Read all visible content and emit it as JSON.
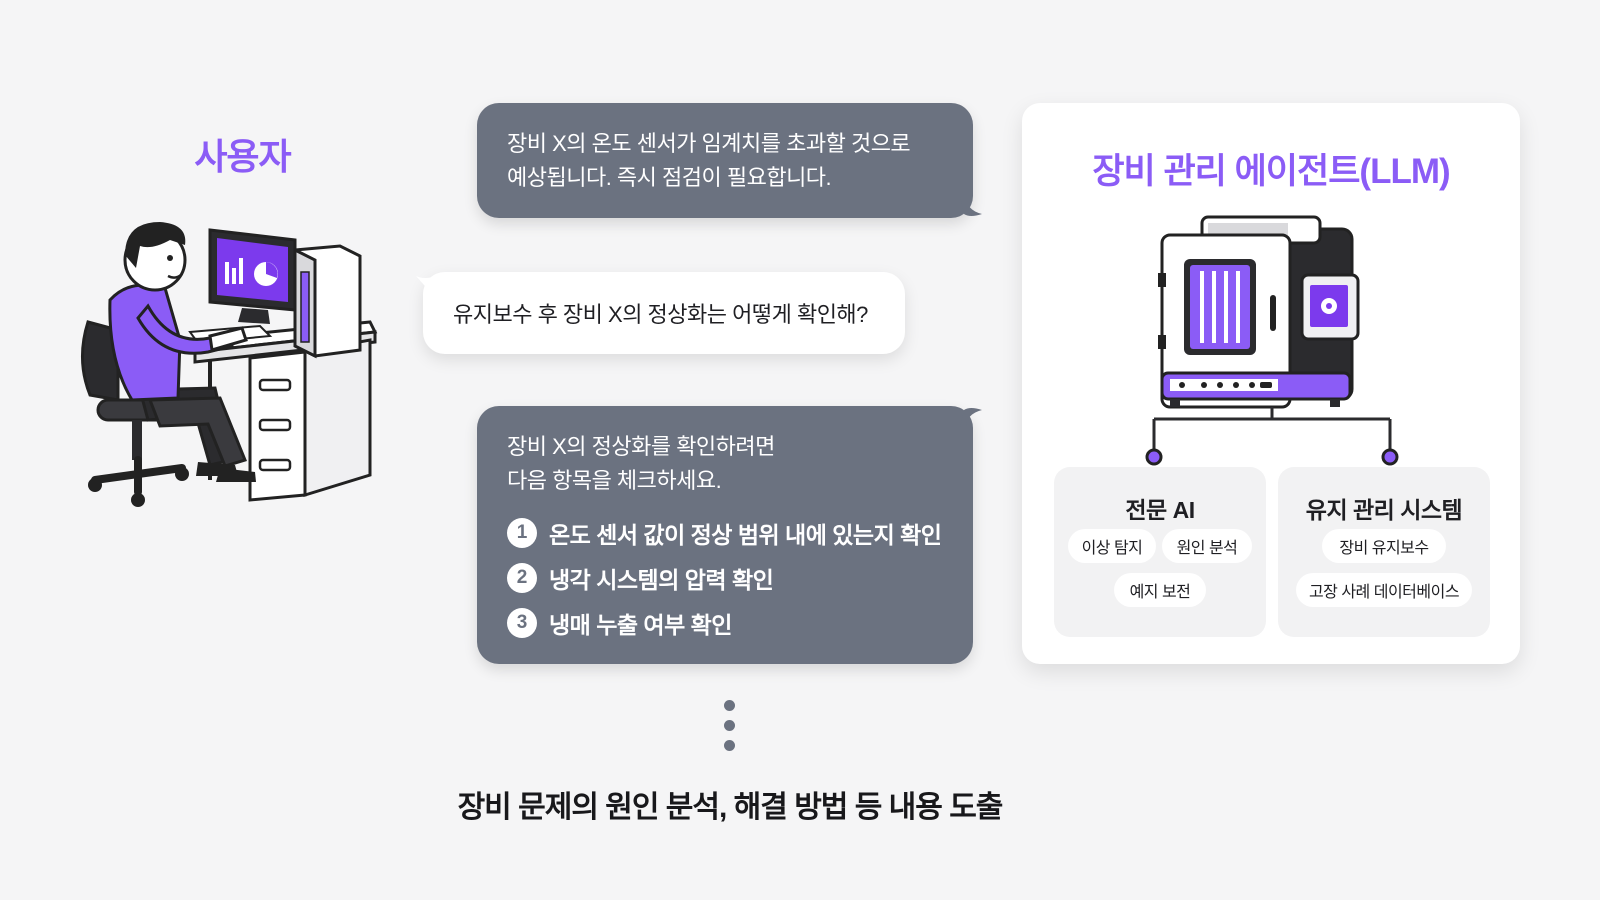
{
  "user": {
    "title": "사용자"
  },
  "conversation": {
    "agent_message_1": {
      "lines": [
        "장비 X의 온도 센서가 임계치를 초과할 것으로",
        "예상됩니다. 즉시 점검이 필요합니다."
      ]
    },
    "user_message": {
      "text": "유지보수 후 장비 X의 정상화는 어떻게 확인해?"
    },
    "agent_message_2": {
      "intro_lines": [
        "장비 X의 정상화를 확인하려면",
        "다음 항목을 체크하세요."
      ],
      "items": [
        {
          "number": "1",
          "text": "온도 센서 값이 정상 범위 내에 있는지 확인"
        },
        {
          "number": "2",
          "text": "냉각 시스템의 압력 확인"
        },
        {
          "number": "3",
          "text": "냉매 누출 여부 확인"
        }
      ]
    }
  },
  "footer": {
    "text": "장비 문제의 원인 분석, 해결 방법 등 내용 도출"
  },
  "agent": {
    "title": "장비 관리 에이전트(LLM)",
    "modules": [
      {
        "title": "전문 AI",
        "tags": [
          "이상 탐지",
          "원인 분석",
          "예지 보전"
        ]
      },
      {
        "title": "유지 관리 시스템",
        "tags": [
          "장비 유지보수",
          "고장 사례 데이터베이스"
        ]
      }
    ]
  },
  "colors": {
    "accent": "#8b5cf6",
    "agent_bubble": "#6b7280",
    "background": "#f5f5f6",
    "dark": "#2b2b2e"
  },
  "icons": {
    "user_illustration": "person-at-computer-desk-illustration",
    "agent_illustration": "equipment-machine-icon"
  }
}
